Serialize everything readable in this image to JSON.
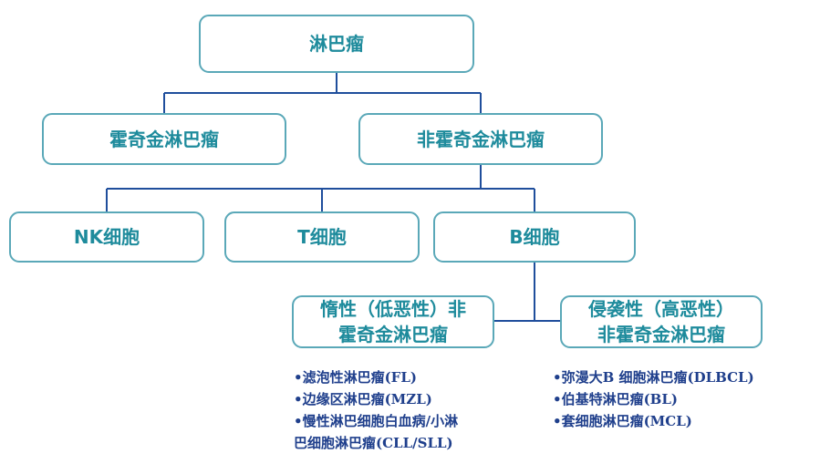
{
  "nodes": {
    "root": "淋巴瘤",
    "hodgkin": "霍奇金淋巴瘤",
    "non_hodgkin": "非霍奇金淋巴瘤",
    "nk": "NK细胞",
    "t": "T细胞",
    "b": "B细胞",
    "indolent": [
      "惰性（低恶性）非",
      "霍奇金淋巴瘤"
    ],
    "aggressive": [
      "侵袭性（高恶性）",
      "非霍奇金淋巴瘤"
    ]
  },
  "indolent_list": [
    "•滤泡性淋巴瘤(FL)",
    "•边缘区淋巴瘤(MZL)",
    "•慢性淋巴细胞白血病/小淋",
    "巴细胞淋巴瘤(CLL/SLL)"
  ],
  "aggressive_list": [
    "•弥漫大B 细胞淋巴瘤(DLBCL)",
    "•伯基特淋巴瘤(BL)",
    "•套细胞淋巴瘤(MCL)"
  ],
  "colors": {
    "box_border": "#5aa8b8",
    "box_text": "#1e8b9c",
    "connector": "#1f4e9c",
    "list_text": "#1f3f8c"
  }
}
